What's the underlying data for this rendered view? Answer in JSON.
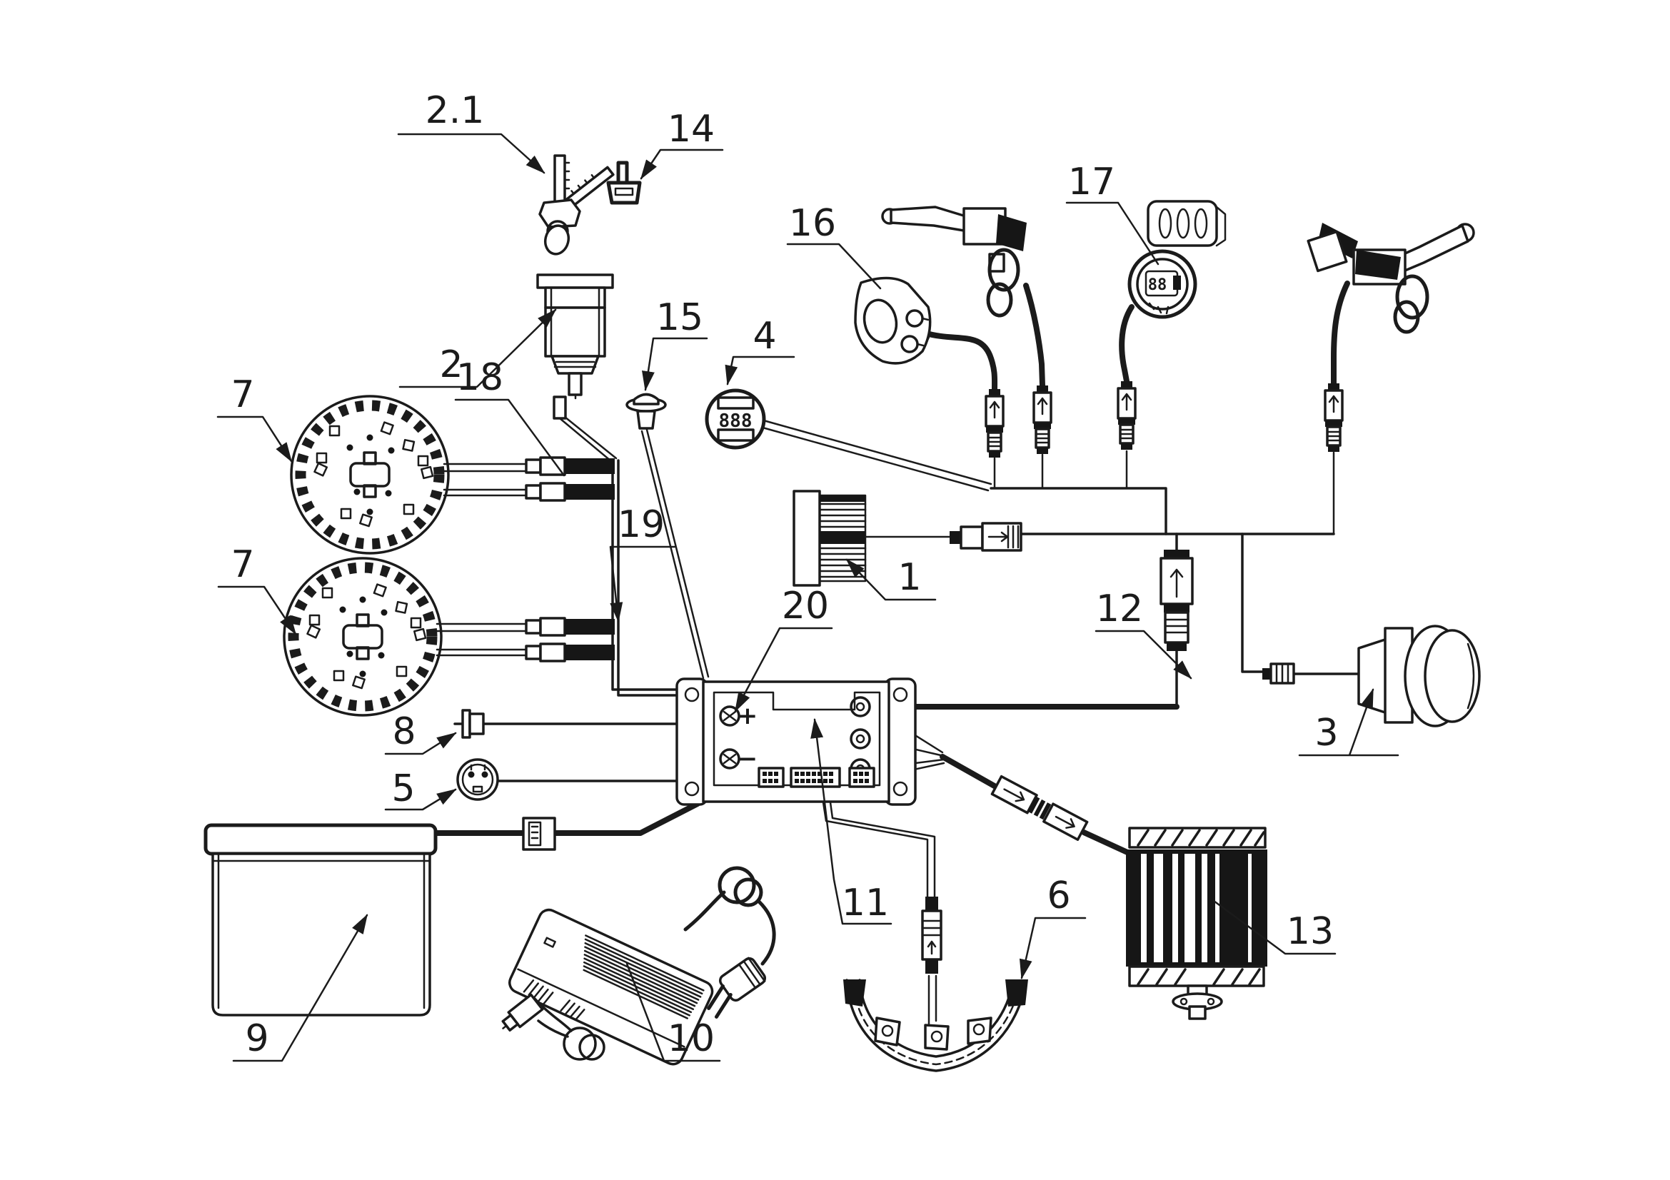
{
  "diagram": {
    "background_color": "#ffffff",
    "line_color": "#1b1b1b",
    "labels": {
      "l1": "1",
      "l2": "2",
      "l2_1": "2.1",
      "l3": "3",
      "l4": "4",
      "l5": "5",
      "l6": "6",
      "l7a": "7",
      "l7b": "7",
      "l8": "8",
      "l9": "9",
      "l10": "10",
      "l11": "11",
      "l12": "12",
      "l13": "13",
      "l14": "14",
      "l15": "15",
      "l16": "16",
      "l17": "17",
      "l18": "18",
      "l19": "19",
      "l20": "20"
    },
    "readouts": {
      "gauge_digits": "888",
      "throttle_digits": "88",
      "plus_sign": "+",
      "minus_sign": "−"
    }
  }
}
